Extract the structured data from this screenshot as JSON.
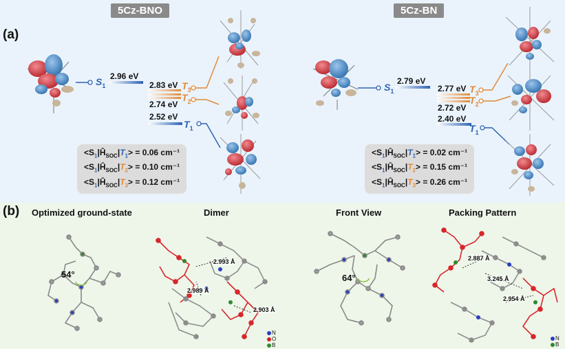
{
  "panel_a": {
    "label": "(a)",
    "left": {
      "title": "5Cz-BNO",
      "S1": {
        "name": "S",
        "sub": "1",
        "energy": "2.96 eV"
      },
      "T3": {
        "name": "T",
        "sub": "3",
        "energy": "2.83 eV"
      },
      "T2": {
        "name": "T",
        "sub": "2",
        "energy": "2.74 eV"
      },
      "T1": {
        "name": "T",
        "sub": "1",
        "energy": "2.52 eV"
      },
      "soc": [
        {
          "t": "T",
          "sub": "1",
          "value": "= 0.06 cm⁻¹"
        },
        {
          "t": "T",
          "sub": "2",
          "value": "= 0.10 cm⁻¹"
        },
        {
          "t": "T",
          "sub": "3",
          "value": "= 0.12 cm⁻¹"
        }
      ]
    },
    "right": {
      "title": "5Cz-BN",
      "S1": {
        "name": "S",
        "sub": "1",
        "energy": "2.79 eV"
      },
      "T3": {
        "name": "T",
        "sub": "3",
        "energy": "2.77 eV"
      },
      "T2": {
        "name": "T",
        "sub": "2",
        "energy": "2.72 eV"
      },
      "T1": {
        "name": "T",
        "sub": "1",
        "energy": "2.40 eV"
      },
      "soc": [
        {
          "t": "T",
          "sub": "1",
          "value": "= 0.02 cm⁻¹"
        },
        {
          "t": "T",
          "sub": "2",
          "value": "= 0.15 cm⁻¹"
        },
        {
          "t": "T",
          "sub": "3",
          "value": "= 0.26 cm⁻¹"
        }
      ]
    },
    "soc_prefix": "<S",
    "soc_mid": "|Ĥ",
    "soc_op_sub": "SOC",
    "soc_bar": "|",
    "soc_close": ">"
  },
  "panel_b": {
    "label": "(b)",
    "titles": {
      "ground": "Optimized ground-state",
      "dimer": "Dimer",
      "front": "Front View",
      "packing": "Packing Pattern"
    },
    "angles": {
      "ground": "54°",
      "front": "64°"
    },
    "dimer_distances": [
      "2.993 Å",
      "2.989 Å",
      "2.903 Å"
    ],
    "packing_distances": [
      "2.887 Å",
      "3.245 Å",
      "2.954 Å"
    ],
    "legend_dimer": [
      "N",
      "O",
      "B"
    ],
    "legend_packing": [
      "N",
      "B"
    ]
  },
  "colors": {
    "singlet": "#2e63b4",
    "triplet": "#e08a3b",
    "orbital_blue": "#4a8cc9",
    "orbital_red": "#d9474f",
    "molecule_gray": "#8d8d8d",
    "molecule_red": "#d8262b",
    "nitrogen": "#2a3fbf",
    "boron": "#2e8b2e",
    "oxygen": "#d42020"
  }
}
